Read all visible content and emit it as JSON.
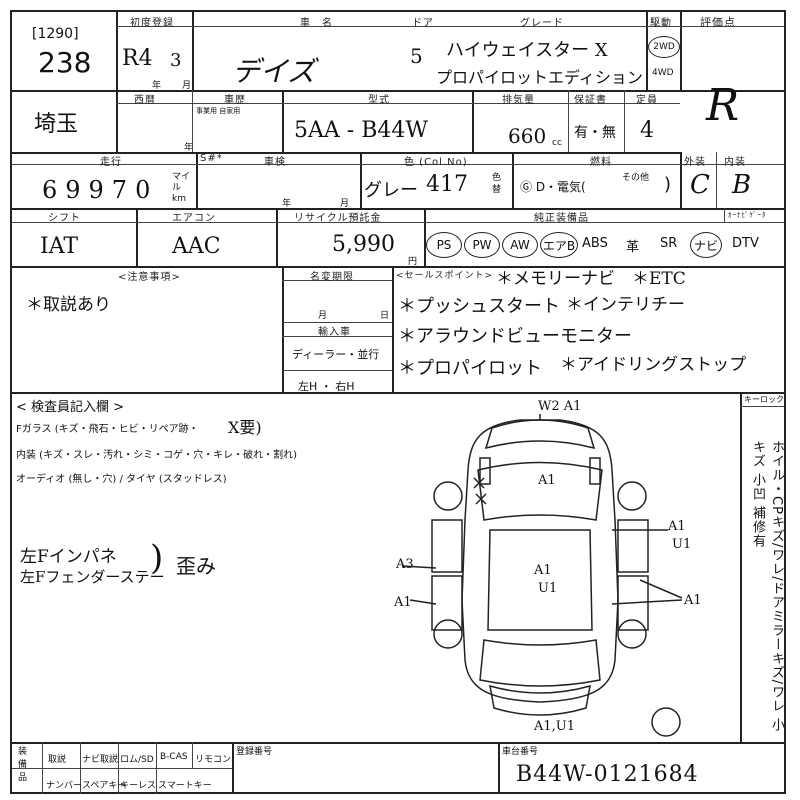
{
  "header": {
    "first_reg_label": "初度登録",
    "name_label": "車　名",
    "door_label": "ドア",
    "grade_label": "グレード",
    "drive_label": "駆動",
    "rating_label": "評価点",
    "lot_code": "[1290]",
    "lot_number": "238",
    "era_year": "R4",
    "month": "3",
    "year_unit": "年",
    "month_unit": "月",
    "car_name": "デイズ",
    "doors": "5",
    "grade_line1": "ハイウェイスター X",
    "grade_line2": "プロパイロットエディション",
    "drive_2wd": "2WD",
    "drive_4wd": "4WD",
    "rating": "R"
  },
  "row2": {
    "prefecture": "埼玉",
    "western_label": "西暦",
    "history_label": "車歴",
    "history_sub": "事業用 自家用",
    "model_label": "型式",
    "model": "5AA - B44W",
    "displacement_label": "排気量",
    "displacement": "660",
    "cc": "cc",
    "warranty_label": "保証書",
    "warranty_value": "有・無",
    "capacity_label": "定員",
    "capacity": "4",
    "year_unit": "年"
  },
  "row3": {
    "mileage_label": "走行",
    "mileage": "69970",
    "km_unit": "マイル km",
    "s_label": "S#*",
    "inspection_label": "車検",
    "year_unit": "年",
    "month_unit": "月",
    "color_label": "色 (Col.No)",
    "color_name": "グレー",
    "color_no": "417",
    "color_change": "色替",
    "fuel_label": "燃料",
    "fuel_options": "Ⓖ D・電気(",
    "fuel_other": "その他",
    "exterior_label": "外装",
    "interior_label": "内装",
    "exterior_grade": "C",
    "interior_grade": "B"
  },
  "row4": {
    "shift_label": "シフト",
    "aircon_label": "エアコン",
    "recycle_label": "リサイクル預託金",
    "equip_label": "純正装備品",
    "carnavi_label": "ｶｰﾅﾋﾞｹﾞｰﾀ",
    "shift": "IAT",
    "aircon": "AAC",
    "recycle": "5,990",
    "yen": "円",
    "equipment": [
      "PS",
      "PW",
      "AW",
      "エアB",
      "ABS",
      "革",
      "SR",
      "ナビ",
      "DTV"
    ]
  },
  "notes": {
    "caution_label": "<注意事項>",
    "caution_text": "＊取説あり",
    "name_change_label": "名変期限",
    "month_unit": "月",
    "day_unit": "日",
    "import_label": "輸入車",
    "dealer_label": "ディーラー・並行",
    "steering_label": "左H ・ 右H",
    "sales_label": "<セールスポイント>",
    "sales_1a": "＊メモリーナビ",
    "sales_1b": "＊ETC",
    "sales_2a": "＊プッシュスタート",
    "sales_2b": "＊インテリチー",
    "sales_3": "＊アラウンドビューモニター",
    "sales_4a": "＊プロパイロット",
    "sales_4b": "＊アイドリングストップ"
  },
  "inspector": {
    "title": "< 検査員記入欄 >",
    "glass_line": "Fガラス (キズ・飛石・ヒビ・リペア跡・",
    "glass_mark": "X要)",
    "interior_line": "内装 (キズ・スレ・汚れ・シミ・コゲ・穴・キレ・破れ・割れ)",
    "audio_line": "オーディオ (無し・穴) / タイヤ (スタッドレス)",
    "hand_note_1": "左Fインパネ",
    "hand_note_2": "左Fフェンダーステー",
    "hand_note_3": "歪み",
    "keylock_label": "キーロック",
    "side_note": "ホイル・CPキズ/ワレ/ドアミラーキズ/ワレ 小キズ 小凹 補修有"
  },
  "diagram": {
    "top_label": "W2 A1",
    "hood": "A1",
    "roof_a": "A1",
    "roof_b": "U1",
    "right_front": "A1",
    "right_front_b": "U1",
    "right_rear": "A1",
    "left_front": "A3",
    "left_rear": "A1",
    "rear": "A1,U1"
  },
  "footer": {
    "equipment_label": "装備品",
    "items_row1": [
      "取説",
      "ナビ取説",
      "ロム/SD",
      "B-CAS",
      "リモコン"
    ],
    "items_row2": [
      "ナンバー",
      "スペアキー",
      "キーレス",
      "スマートキー"
    ],
    "reg_number_label": "登録番号",
    "chassis_label": "車台番号",
    "chassis_number": "B44W-0121684"
  }
}
